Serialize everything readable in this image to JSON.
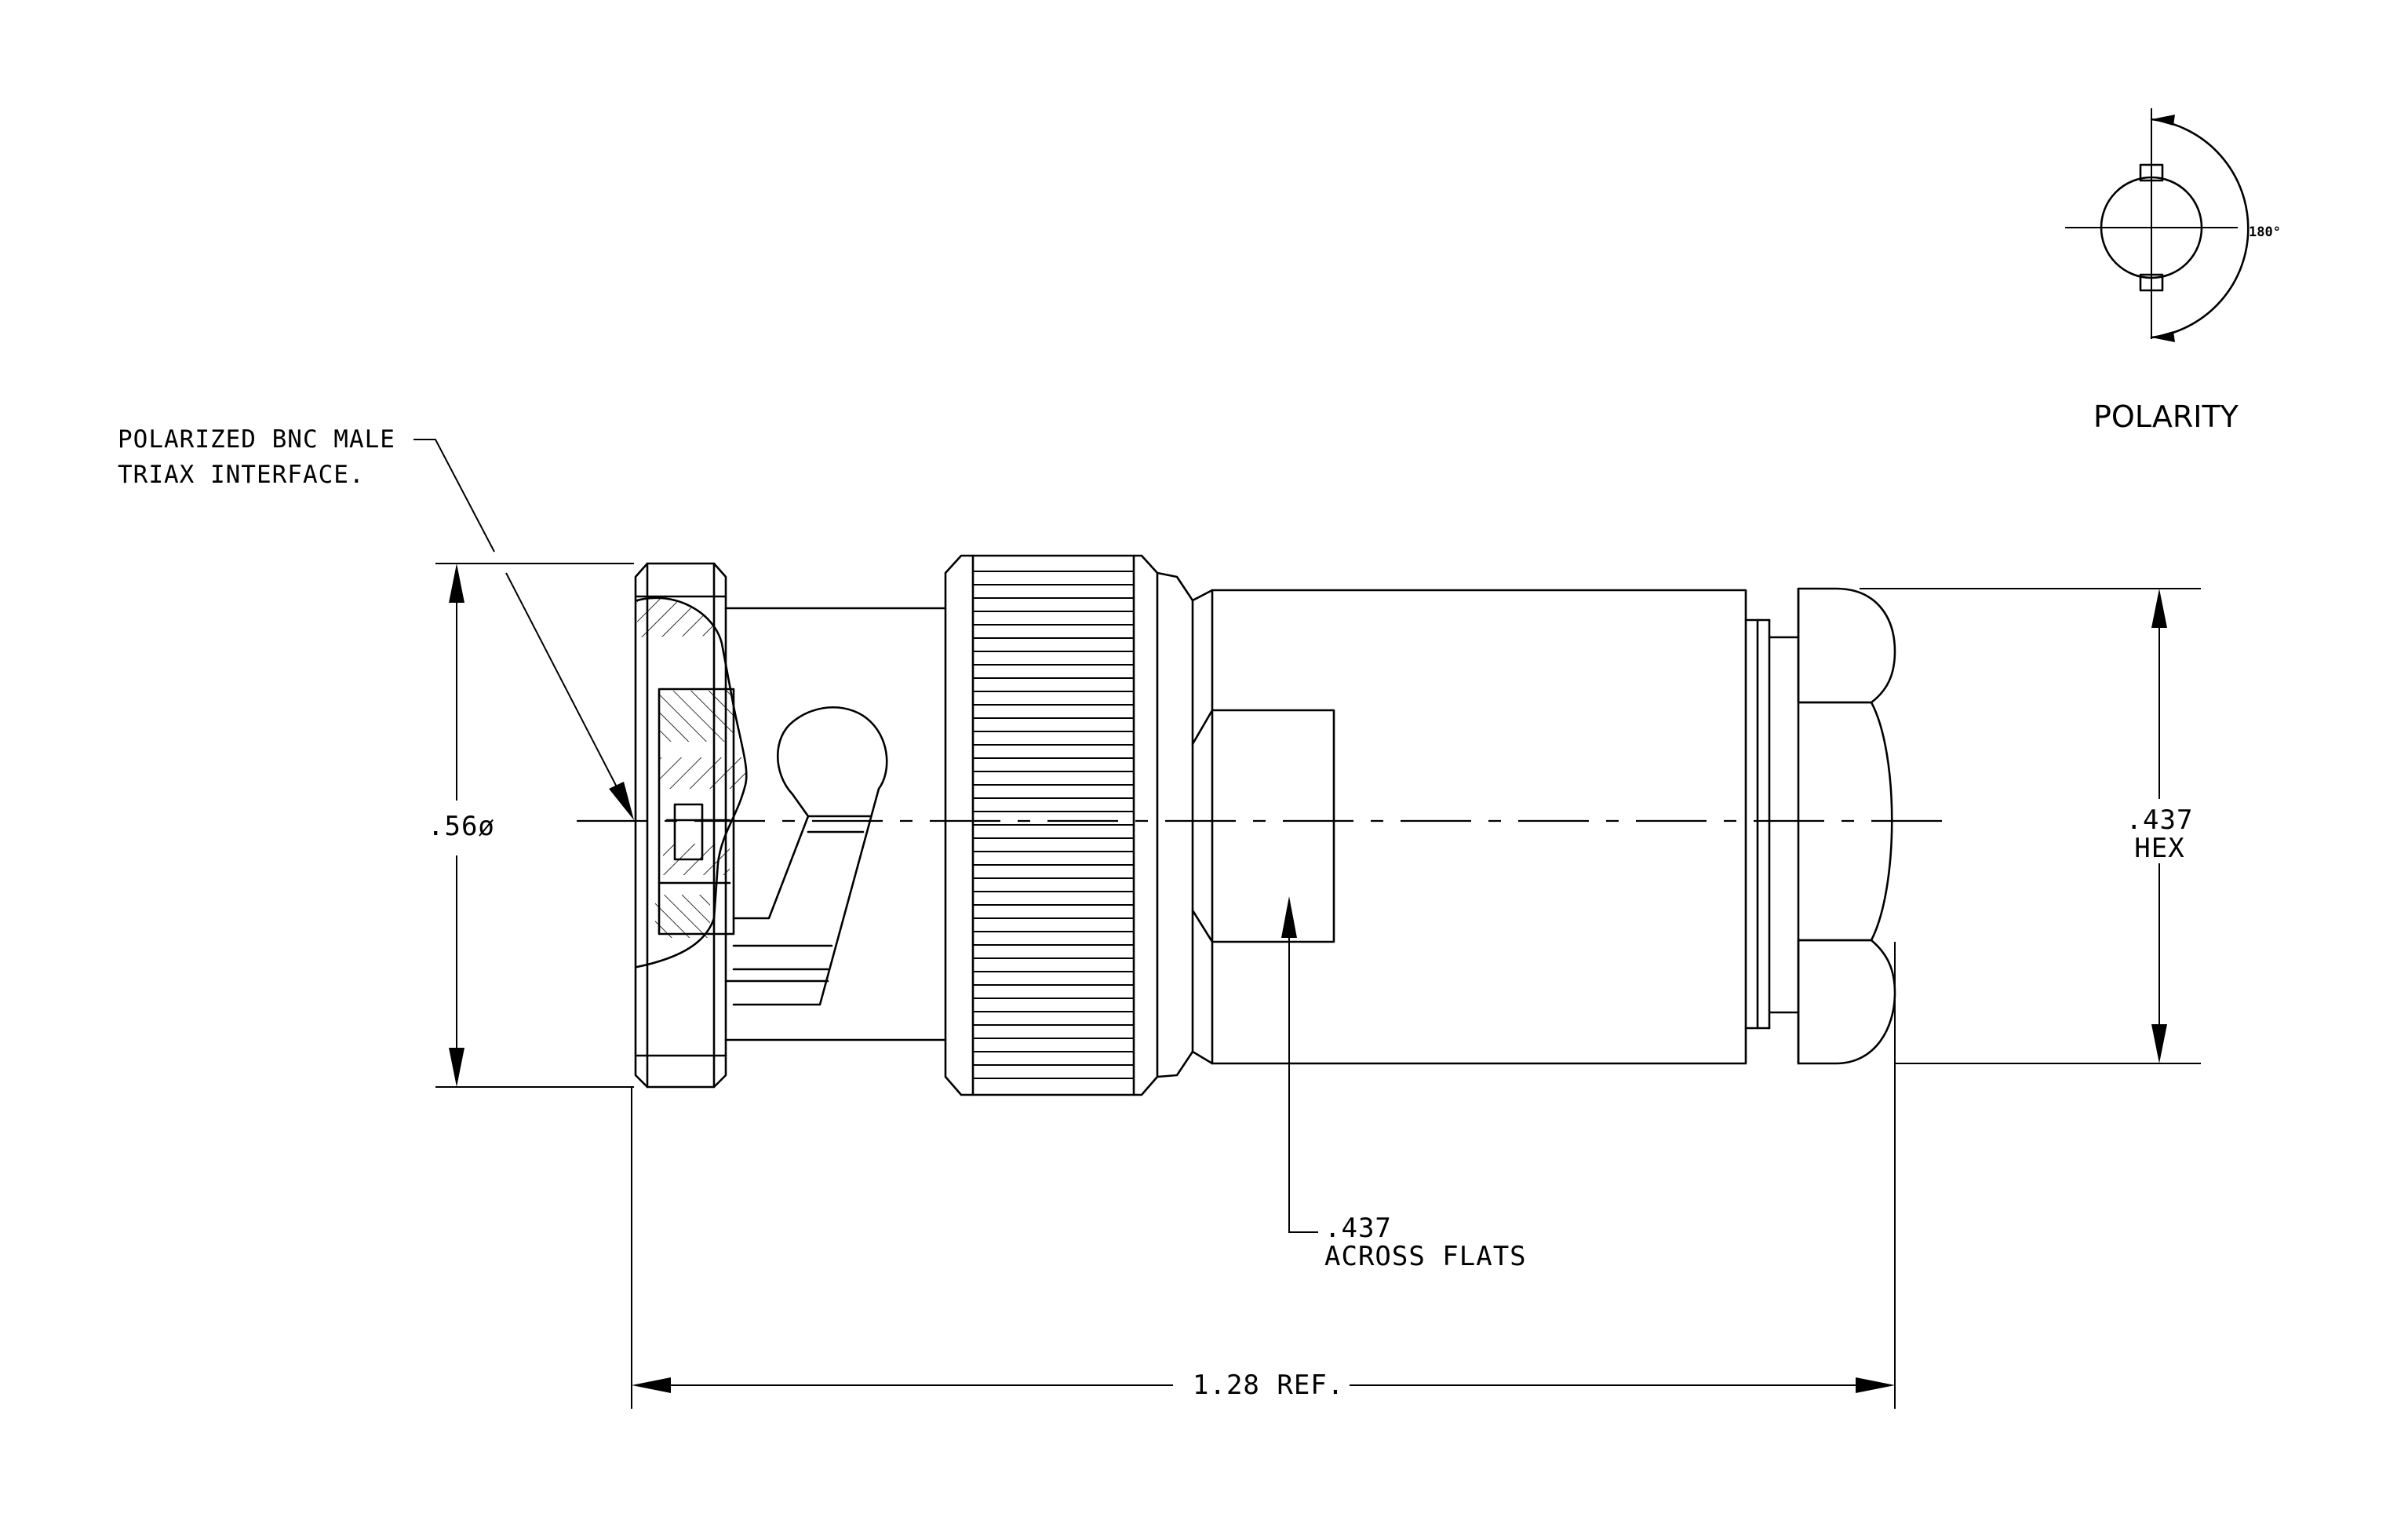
{
  "labels": {
    "interface_line1": "POLARIZED BNC MALE",
    "interface_line2": "TRIAX INTERFACE.",
    "diameter": ".56ø",
    "hex_value": ".437",
    "hex_unit": "HEX",
    "flats_value": ".437",
    "flats_unit": "ACROSS FLATS",
    "length": "1.28 REF.",
    "polarity_title": "POLARITY",
    "polarity_angle": "180°"
  }
}
